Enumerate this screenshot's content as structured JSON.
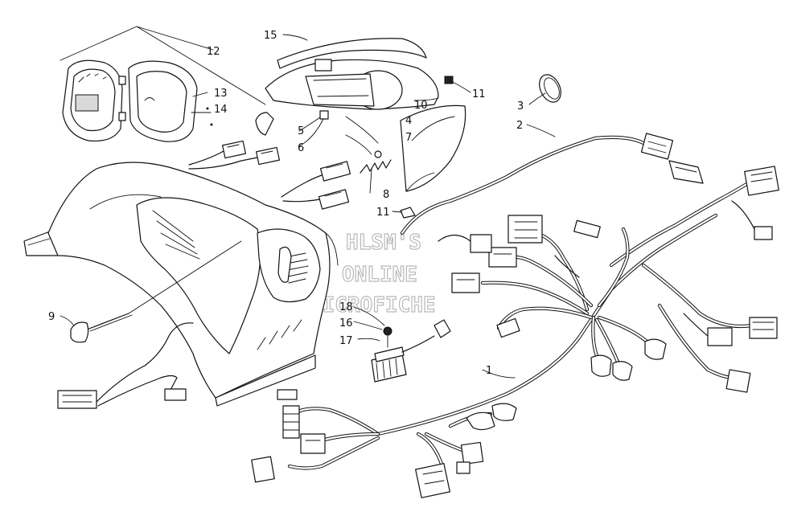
{
  "callouts": {
    "c1": "1",
    "c2": "2",
    "c3": "3",
    "c4": "4",
    "c5": "5",
    "c6": "6",
    "c7": "7",
    "c8": "8",
    "c9": "9",
    "c10": "10",
    "c11a": "11",
    "c11b": "11",
    "c12": "12",
    "c13": "13",
    "c14": "14",
    "c15": "15",
    "c16": "16",
    "c17": "17",
    "c18": "18"
  },
  "watermark": {
    "line1": "HLSM'S",
    "line2": "ONLINE",
    "line3": "MICROFICHE"
  }
}
